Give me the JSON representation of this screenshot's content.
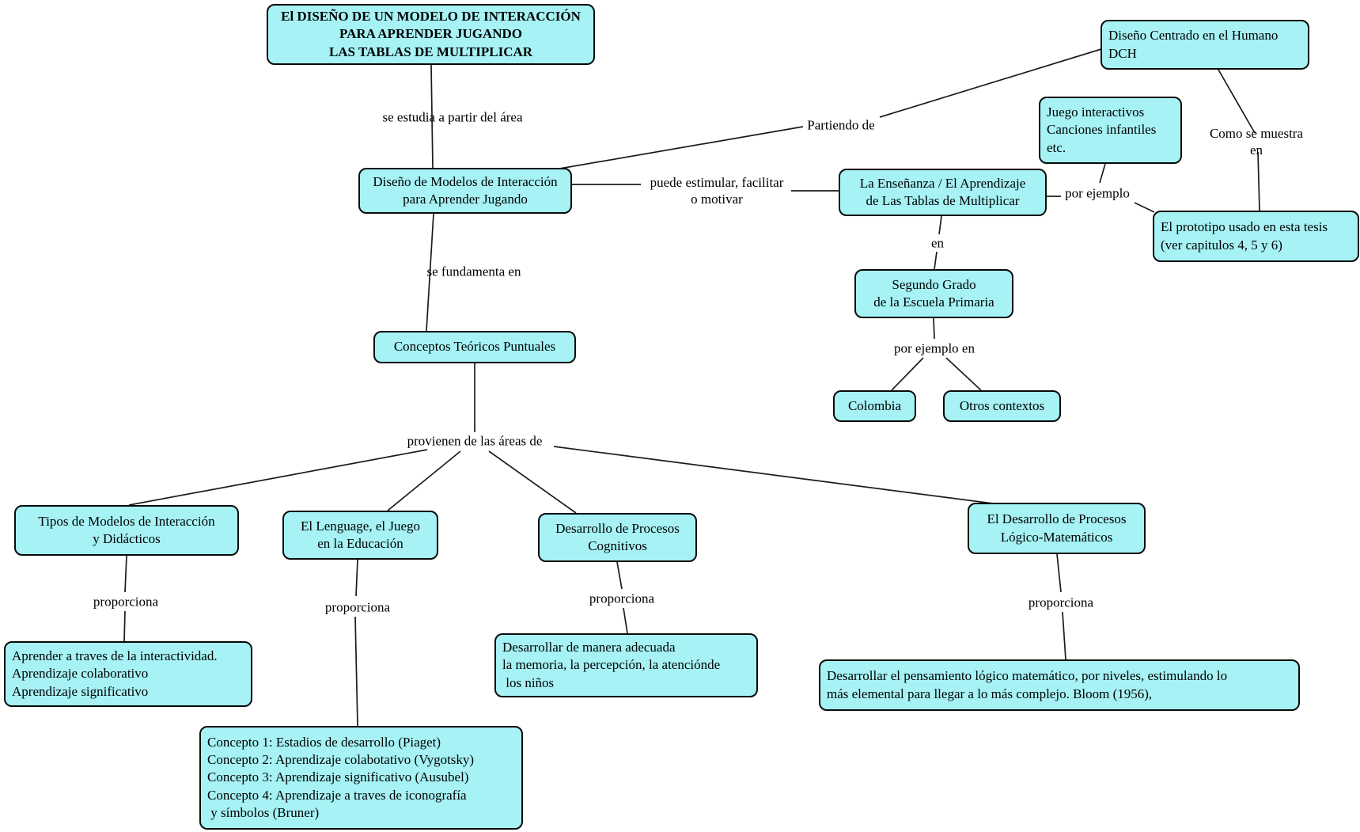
{
  "title": "El DISEÑO DE UN MODELO DE INTERACCIÓN PARA APRENDER JUGANDO LAS TABLAS DE MULTIPLICAR",
  "style": {
    "node_fill": "#a6f2f5",
    "node_border": "#0a0a0a",
    "line_color": "#1c1c1c",
    "background": "#ffffff",
    "text_color": "#000000"
  },
  "nodes": {
    "title": {
      "text": "El DISEÑO DE UN MODELO DE INTERACCIÓN\nPARA APRENDER JUGANDO\nLAS TABLAS DE MULTIPLICAR"
    },
    "dch": {
      "text": "Diseño Centrado en el Humano\nDCH"
    },
    "juegos": {
      "text": "Juego interactivos\nCanciones infantiles\netc."
    },
    "diseno_modelos": {
      "text": "Diseño de Modelos de Interacción\npara Aprender Jugando"
    },
    "ensenanza": {
      "text": "La Enseñanza / El Aprendizaje\nde Las Tablas de Multiplicar"
    },
    "prototipo": {
      "text": "El prototipo usado en esta tesis\n(ver capitulos 4, 5 y 6)"
    },
    "segundo_grado": {
      "text": "Segundo Grado\nde la Escuela Primaria"
    },
    "colombia": {
      "text": "Colombia"
    },
    "otros_contextos": {
      "text": "Otros contextos"
    },
    "conceptos_teoricos": {
      "text": "Conceptos Teóricos Puntuales"
    },
    "tipos_modelos": {
      "text": "Tipos de Modelos de Interacción\ny Didácticos"
    },
    "lenguage_juego": {
      "text": "El Lenguage, el Juego\nen la Educación"
    },
    "procesos_cognitivos": {
      "text": "Desarrollo de Procesos\nCognitivos"
    },
    "procesos_logico": {
      "text": "El Desarrollo de Procesos\nLógico-Matemáticos"
    },
    "aprender_interactividad": {
      "text": "Aprender a traves de la interactividad.\nAprendizaje colaborativo\nAprendizaje significativo"
    },
    "desarrollar_memoria": {
      "text": "Desarrollar de manera adecuada\nla memoria, la percepción, la atenciónde\n los niños"
    },
    "conceptos_1_4": {
      "text": "Concepto 1: Estadios de desarrollo (Piaget)\nConcepto 2: Aprendizaje colabotativo (Vygotsky)\nConcepto 3: Aprendizaje significativo (Ausubel)\nConcepto 4: Aprendizaje a traves de iconografía\n y símbolos (Bruner)"
    },
    "desarrollar_pensamiento": {
      "text": "Desarrollar el pensamiento lógico matemático, por niveles, estimulando lo\nmás elemental para llegar a lo más complejo. Bloom (1956),"
    }
  },
  "edge_labels": {
    "se_estudia": {
      "text": "se estudia a partir del área"
    },
    "partiendo_de": {
      "text": "Partiendo de"
    },
    "puede_estimular": {
      "text": "puede estimular, facilitar\no motivar"
    },
    "por_ejemplo": {
      "text": "por ejemplo"
    },
    "como_se_muestra": {
      "text": "Como se muestra en"
    },
    "en": {
      "text": "en"
    },
    "se_fundamenta": {
      "text": "se fundamenta en"
    },
    "por_ejemplo_en": {
      "text": "por ejemplo en"
    },
    "provienen": {
      "text": "provienen de las áreas de"
    },
    "proporciona_1": {
      "text": "proporciona"
    },
    "proporciona_2": {
      "text": "proporciona"
    },
    "proporciona_3": {
      "text": "proporciona"
    },
    "proporciona_4": {
      "text": "proporciona"
    }
  }
}
